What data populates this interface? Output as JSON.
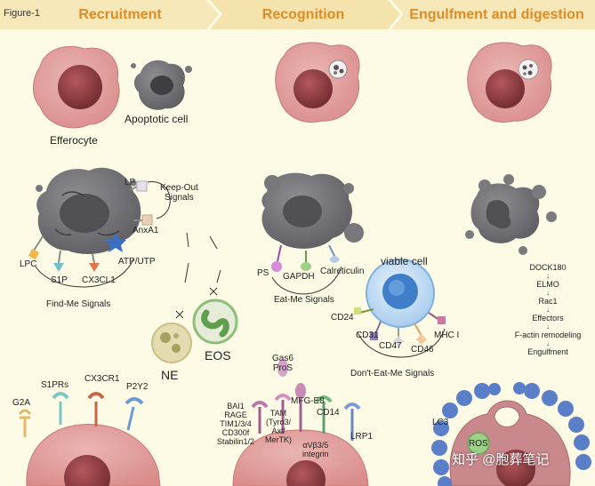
{
  "figure_label": "Figure-1",
  "headers": {
    "recruitment": "Recruitment",
    "recognition": "Recognition",
    "engulfment": "Engulfment and digestion"
  },
  "labels": {
    "efferocyte": "Efferocyte",
    "apoptotic_cell": "Apoptotic cell",
    "lp": "LP",
    "keep_out": "Keep-Out\nSignals",
    "anxa1": "AnxA1",
    "atp_utp": "ATP/UTP",
    "lpc": "LPC",
    "s1p": "S1P",
    "cx3cl1": "CX3CL1",
    "find_me": "Find-Me Signals",
    "ne": "NE",
    "eos": "EOS",
    "ps": "PS",
    "gapdh": "GAPDH",
    "calreticulin": "Calreticulin",
    "eat_me": "Eat-Me Signals",
    "viable_cell": "viable cell",
    "cd24": "CD24",
    "cd31": "CD31",
    "cd47": "CD47",
    "cd46": "CD46",
    "mhc1": "MHC I",
    "dont_eat_me": "Don't-Eat-Me Signals",
    "g2a": "G2A",
    "s1prs": "S1PRs",
    "cx3cr1": "CX3CR1",
    "p2y2": "P2Y2",
    "gas6_pros": "Gas6\nProS",
    "mfg_e8": "MFG-E8",
    "bai1_group": "BAI1\nRAGE\nTIM1/3/4\nCD300f\nStabilin1/2",
    "tam": "TAM\n(Tyro3/\nAxl/\nMerTK)",
    "cd14": "CD14",
    "integrin": "αVβ3/5\nintegrin",
    "lrp1": "LRP1",
    "lc3": "LC3",
    "ros": "ROS",
    "watermark": "知乎 @胞葬笔记"
  },
  "pathway": [
    "DOCK180",
    "ELMO",
    "Rac1",
    "Effectors",
    "F-actin remodeling",
    "Engulfment"
  ],
  "pathway_arrow": "↓",
  "colors": {
    "background": "#fdfbe6",
    "header_band": "#f6e8b8",
    "header_text": "#e08b23",
    "efferocyte": "#e7a8a6",
    "efferocyte_nucleus": "#8e3b3e",
    "apoptotic": "#77777c",
    "apoptotic_dark": "#4f4f54",
    "viable_ring": "#b8d6f0",
    "viable_nucleus": "#3f7ec9",
    "lc3": "#5c7ec8",
    "ros": "#7fbf74",
    "eos": "#6fae5a",
    "ne": "#d8cf9c"
  },
  "note": ""
}
